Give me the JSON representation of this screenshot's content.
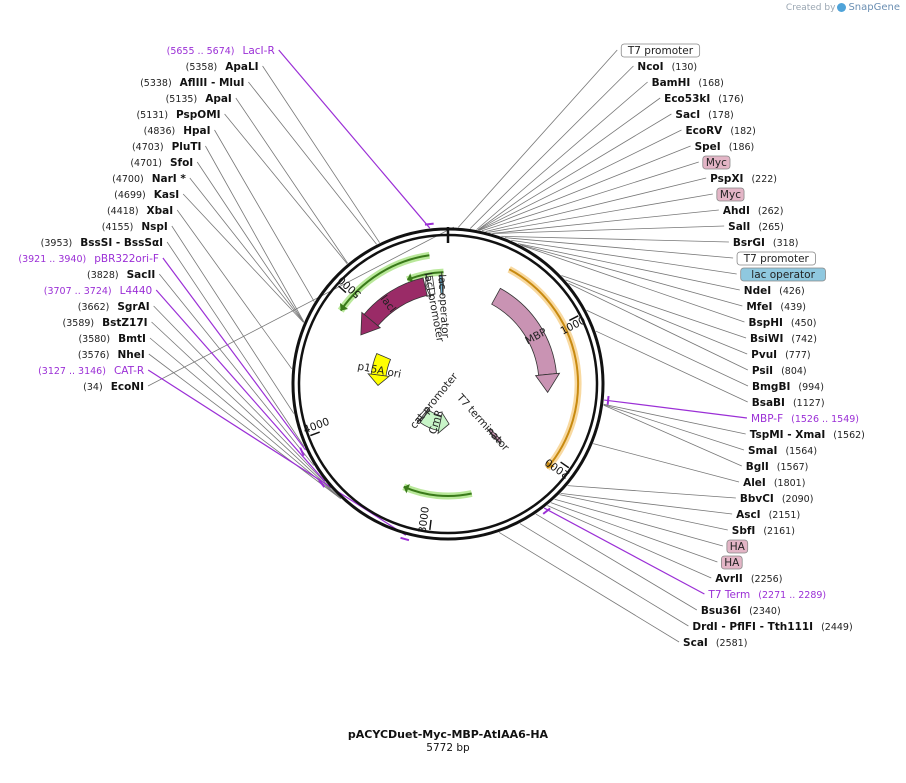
{
  "credit": {
    "prefix": "Created by",
    "brand": "SnapGene"
  },
  "plasmid": {
    "name": "pACYCDuet-Myc-MBP-AtIAA6-HA",
    "length_text": "5772 bp",
    "length": 5772
  },
  "ticks": [
    {
      "pos": 1000,
      "label": "1000"
    },
    {
      "pos": 2000,
      "label": "2000"
    },
    {
      "pos": 3000,
      "label": "3000"
    },
    {
      "pos": 4000,
      "label": "4000"
    },
    {
      "pos": 5000,
      "label": "5000"
    }
  ],
  "sites": [
    {
      "pos": 34,
      "name": "EcoNI",
      "num": "(34)",
      "side": "left"
    },
    {
      "pos": 130,
      "name": "NcoI",
      "num": "(130)",
      "side": "right"
    },
    {
      "pos": 168,
      "name": "BamHI",
      "num": "(168)",
      "side": "right"
    },
    {
      "pos": 176,
      "name": "Eco53kI",
      "num": "(176)",
      "side": "right"
    },
    {
      "pos": 178,
      "name": "SacI",
      "num": "(178)",
      "side": "right"
    },
    {
      "pos": 182,
      "name": "EcoRV",
      "num": "(182)",
      "side": "right"
    },
    {
      "pos": 186,
      "name": "SpeI",
      "num": "(186)",
      "side": "right"
    },
    {
      "pos": 222,
      "name": "PspXI",
      "num": "(222)",
      "side": "right"
    },
    {
      "pos": 262,
      "name": "AhdI",
      "num": "(262)",
      "side": "right"
    },
    {
      "pos": 265,
      "name": "SalI",
      "num": "(265)",
      "side": "right"
    },
    {
      "pos": 318,
      "name": "BsrGI",
      "num": "(318)",
      "side": "right"
    },
    {
      "pos": 426,
      "name": "NdeI",
      "num": "(426)",
      "side": "right"
    },
    {
      "pos": 439,
      "name": "MfeI",
      "num": "(439)",
      "side": "right"
    },
    {
      "pos": 450,
      "name": "BspHI",
      "num": "(450)",
      "side": "right"
    },
    {
      "pos": 742,
      "name": "BsiWI",
      "num": "(742)",
      "side": "right"
    },
    {
      "pos": 777,
      "name": "PvuI",
      "num": "(777)",
      "side": "right"
    },
    {
      "pos": 804,
      "name": "PsiI",
      "num": "(804)",
      "side": "right"
    },
    {
      "pos": 994,
      "name": "BmgBI",
      "num": "(994)",
      "side": "right"
    },
    {
      "pos": 1127,
      "name": "BsaBI",
      "num": "(1127)",
      "side": "right"
    },
    {
      "pos": 1562,
      "name": "TspMI  - XmaI",
      "num": "(1562)",
      "side": "right"
    },
    {
      "pos": 1564,
      "name": "SmaI",
      "num": "(1564)",
      "side": "right"
    },
    {
      "pos": 1567,
      "name": "BglI",
      "num": "(1567)",
      "side": "right"
    },
    {
      "pos": 1801,
      "name": "AleI",
      "num": "(1801)",
      "side": "right"
    },
    {
      "pos": 2090,
      "name": "BbvCI",
      "num": "(2090)",
      "side": "right"
    },
    {
      "pos": 2151,
      "name": "AscI",
      "num": "(2151)",
      "side": "right"
    },
    {
      "pos": 2161,
      "name": "SbfI",
      "num": "(2161)",
      "side": "right"
    },
    {
      "pos": 2256,
      "name": "AvrII",
      "num": "(2256)",
      "side": "right"
    },
    {
      "pos": 2340,
      "name": "Bsu36I",
      "num": "(2340)",
      "side": "right"
    },
    {
      "pos": 2449,
      "name": "DrdI  - PflFI  - Tth111I",
      "num": "(2449)",
      "side": "right"
    },
    {
      "pos": 2581,
      "name": "ScaI",
      "num": "(2581)",
      "side": "right"
    },
    {
      "pos": 3576,
      "name": "NheI",
      "num": "(3576)",
      "side": "left"
    },
    {
      "pos": 3580,
      "name": "BmtI",
      "num": "(3580)",
      "side": "left"
    },
    {
      "pos": 3589,
      "name": "BstZ17I",
      "num": "(3589)",
      "side": "left"
    },
    {
      "pos": 3662,
      "name": "SgrAI",
      "num": "(3662)",
      "side": "left"
    },
    {
      "pos": 3828,
      "name": "SacII",
      "num": "(3828)",
      "side": "left"
    },
    {
      "pos": 3953,
      "name": "BssSI  - BssSαI",
      "num": "(3953)",
      "side": "left"
    },
    {
      "pos": 4155,
      "name": "NspI",
      "num": "(4155)",
      "side": "left"
    },
    {
      "pos": 4418,
      "name": "XbaI",
      "num": "(4418)",
      "side": "left"
    },
    {
      "pos": 4699,
      "name": "KasI",
      "num": "(4699)",
      "side": "left"
    },
    {
      "pos": 4700,
      "name": "NarI *",
      "num": "(4700)",
      "side": "left"
    },
    {
      "pos": 4701,
      "name": "SfoI",
      "num": "(4701)",
      "side": "left"
    },
    {
      "pos": 4703,
      "name": "PluTI",
      "num": "(4703)",
      "side": "left"
    },
    {
      "pos": 4836,
      "name": "HpaI",
      "num": "(4836)",
      "side": "left"
    },
    {
      "pos": 5131,
      "name": "PspOMI",
      "num": "(5131)",
      "side": "left"
    },
    {
      "pos": 5135,
      "name": "ApaI",
      "num": "(5135)",
      "side": "left"
    },
    {
      "pos": 5338,
      "name": "AflIII  - MluI",
      "num": "(5338)",
      "side": "left"
    },
    {
      "pos": 5358,
      "name": "ApaLI",
      "num": "(5358)",
      "side": "left"
    }
  ],
  "primers": [
    {
      "pos": 5665,
      "name": "LacI-R",
      "num": "(5655 .. 5674)",
      "side": "left"
    },
    {
      "pos": 1537,
      "name": "MBP-F",
      "num": "(1526 .. 1549)",
      "side": "right"
    },
    {
      "pos": 2280,
      "name": "T7 Term",
      "num": "(2271 .. 2289)",
      "side": "right"
    },
    {
      "pos": 3136,
      "name": "CAT-R",
      "num": "(3127 .. 3146)",
      "side": "left"
    },
    {
      "pos": 3715,
      "name": "L4440",
      "num": "(3707 .. 3724)",
      "side": "left"
    },
    {
      "pos": 3930,
      "name": "pBR322ori-F",
      "num": "(3921 .. 3940)",
      "side": "left"
    }
  ],
  "tags": [
    {
      "pos": 60,
      "text": "T7 promoter",
      "style": "white"
    },
    {
      "pos": 200,
      "text": "Myc",
      "style": "pink"
    },
    {
      "pos": 240,
      "text": "Myc",
      "style": "pink"
    },
    {
      "pos": 340,
      "text": "T7 promoter",
      "style": "white"
    },
    {
      "pos": 380,
      "text": "lac operator",
      "style": "blue"
    },
    {
      "pos": 2200,
      "text": "HA",
      "style": "pink"
    },
    {
      "pos": 2230,
      "text": "HA",
      "style": "pink"
    }
  ],
  "features": [
    {
      "name": "lacI",
      "start": 4800,
      "end": 5560,
      "dir": "rev",
      "color": "#9a2b67",
      "ring": 1
    },
    {
      "name": "MBP",
      "start": 460,
      "end": 1520,
      "dir": "fwd",
      "color": "#c993b3",
      "ring": 1
    },
    {
      "name": "p15A ori",
      "start": 4310,
      "end": 4700,
      "dir": "rev",
      "color": "#ffff00",
      "ring": 2
    },
    {
      "name": "CmR",
      "start": 2860,
      "end": 3460,
      "dir": "rev",
      "color": "#c8f5c8",
      "ring": 3
    },
    {
      "name": "lacI promoter",
      "start": 5565,
      "end": 5640,
      "dir": "rev",
      "color": "#ffffff",
      "ring": 1
    },
    {
      "name": "lac operator",
      "start": 5700,
      "end": 5730,
      "dir": "fwd",
      "color": "#6fb6d6",
      "ring": 1
    },
    {
      "name": "T7 terminator",
      "start": 2190,
      "end": 2240,
      "dir": "fwd",
      "color": "#c993b3",
      "ring": 2
    },
    {
      "name": "cat promoter",
      "start": 3470,
      "end": 3560,
      "dir": "rev",
      "color": "#ffffff",
      "ring": 3
    }
  ],
  "orfs": [
    {
      "start": 4880,
      "end": 5640,
      "dir": "rev",
      "color": "#b9e89a",
      "edge": "#3a7a1a"
    },
    {
      "start": 450,
      "end": 2090,
      "dir": "fwd",
      "color": "#f8d9a0",
      "edge": "#c88a10"
    },
    {
      "start": 5430,
      "end": 5735,
      "dir": "rev",
      "color": "#b9e89a",
      "edge": "#3a7a1a",
      "inner": true
    },
    {
      "start": 2690,
      "end": 3260,
      "dir": "fwd",
      "color": "#b9e89a",
      "edge": "#3a7a1a",
      "inner": true
    }
  ]
}
